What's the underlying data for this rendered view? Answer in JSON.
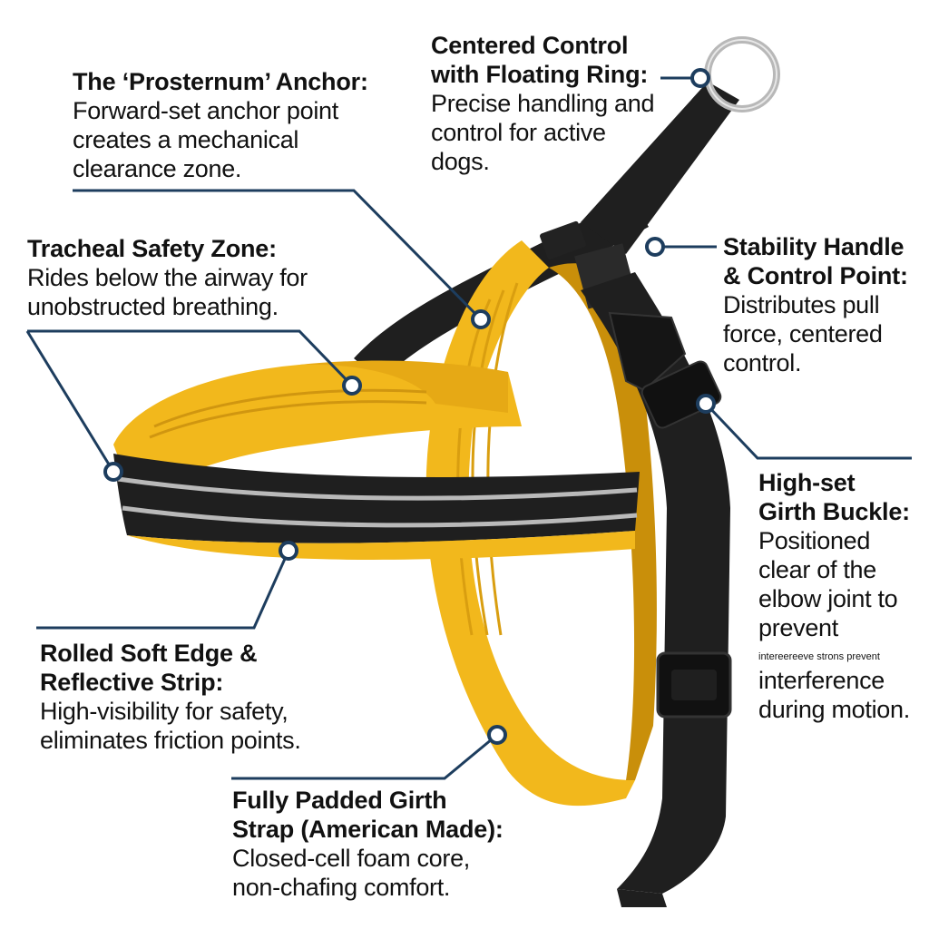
{
  "colors": {
    "padding_yellow": "#f2b81c",
    "padding_shadow": "#c98f0a",
    "webbing_black": "#1f1f1f",
    "reflective_gray": "#b9b9b9",
    "callout_navy": "#1d3d5e",
    "text": "#111111",
    "background": "#ffffff"
  },
  "callouts": {
    "prosternum": {
      "title_lines": [
        "The ‘Prosternum’ Anchor:"
      ],
      "body_lines": [
        "Forward-set anchor point",
        "creates a mechanical",
        "clearance zone."
      ]
    },
    "centered": {
      "title_lines": [
        "Centered Control",
        "with Floating Ring:"
      ],
      "body_lines": [
        "Precise handling and",
        "control for active",
        "dogs."
      ]
    },
    "tracheal": {
      "title_lines": [
        "Tracheal Safety Zone:"
      ],
      "body_lines": [
        "Rides below the airway for",
        "unobstructed breathing."
      ]
    },
    "stability": {
      "title_lines": [
        "Stability Handle",
        "& Control Point:"
      ],
      "body_lines": [
        "Distributes pull",
        "force, centered",
        "control."
      ]
    },
    "girth_buckle": {
      "title_lines": [
        "High-set",
        "Girth Buckle:"
      ],
      "body_lines": [
        "Positioned",
        "clear of the",
        "elbow joint to",
        "prevent"
      ],
      "fine_print": "intereereeve strons prevent",
      "body_lines_after": [
        "interference",
        "during motion."
      ]
    },
    "rolled_edge": {
      "title_lines": [
        "Rolled Soft Edge &",
        "Reflective Strip:"
      ],
      "body_lines": [
        "High-visibility for safety,",
        "eliminates friction points."
      ]
    },
    "padded_girth": {
      "title_lines": [
        "Fully Padded Girth",
        "Strap (American Made):"
      ],
      "body_lines": [
        "Closed-cell foam core,",
        "non-chafing comfort."
      ]
    }
  }
}
